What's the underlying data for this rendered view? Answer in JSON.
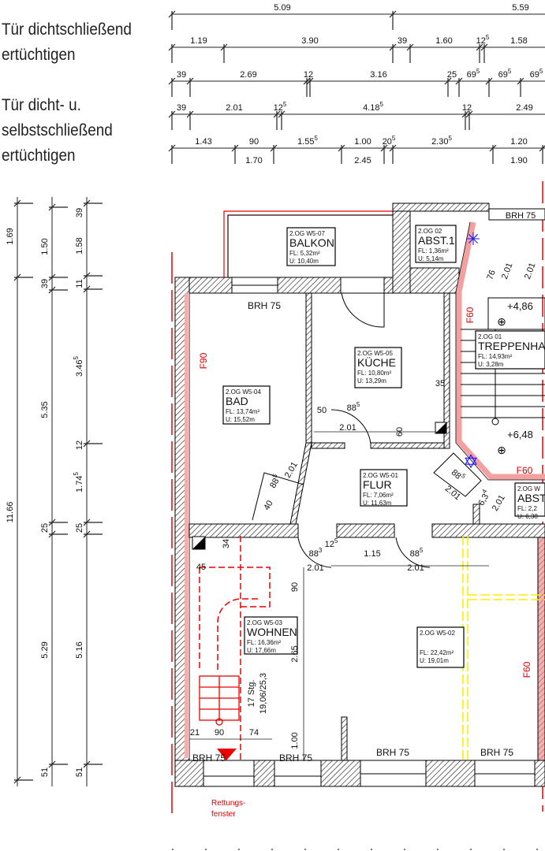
{
  "notes": {
    "door_sealed": [
      "Tür dichtschließend",
      "ertüchtigen"
    ],
    "door_sealed_selfclosing": [
      "Tür dicht- u.",
      "selbstschließend",
      "ertüchtigen"
    ]
  },
  "top_dimensions": [
    [
      {
        "t": "5.09"
      },
      {
        "t": "5.59"
      }
    ],
    [
      {
        "t": "1.19"
      },
      {
        "t": "3.90"
      },
      {
        "t": "39"
      },
      {
        "t": "1.60"
      },
      {
        "t": "12",
        "s": "5"
      },
      {
        "t": "1.58"
      }
    ],
    [
      {
        "t": "39"
      },
      {
        "t": "2.69"
      },
      {
        "t": "12"
      },
      {
        "t": "3.16"
      },
      {
        "t": "25"
      },
      {
        "t": "69",
        "s": "5"
      },
      {
        "t": "69",
        "s": "5"
      },
      {
        "t": "69",
        "s": "5"
      }
    ],
    [
      {
        "t": "39"
      },
      {
        "t": "2.01"
      },
      {
        "t": "12",
        "s": "5"
      },
      {
        "t": "4.18",
        "s": "5"
      },
      {
        "t": "12"
      },
      {
        "t": "2.49"
      }
    ],
    [
      {
        "t": "1.43"
      },
      {
        "t": "90"
      },
      {
        "t": "1.55",
        "s": "5"
      },
      {
        "t": "1.00"
      },
      {
        "t": "20",
        "s": "5"
      },
      {
        "t": "2.30",
        "s": "5"
      },
      {
        "t": "1.20"
      },
      {
        "t": "1.70"
      },
      {
        "t": "2.45"
      },
      {
        "t": "1.90"
      }
    ]
  ],
  "left_dimensions": [
    [
      {
        "t": "1.69"
      },
      {
        "t": "11.66"
      }
    ],
    [
      {
        "t": "1.50"
      },
      {
        "t": "39"
      },
      {
        "t": "5.35"
      },
      {
        "t": "25"
      },
      {
        "t": "5.29"
      },
      {
        "t": "51"
      }
    ],
    [
      {
        "t": "39"
      },
      {
        "t": "1.58"
      },
      {
        "t": "11"
      },
      {
        "t": "3.46",
        "s": "5"
      },
      {
        "t": "12"
      },
      {
        "t": "1.74",
        "s": "5"
      },
      {
        "t": "25"
      },
      {
        "t": "5.16"
      },
      {
        "t": "51"
      }
    ]
  ],
  "rooms": [
    {
      "id": "2.OG W5-07",
      "name": "BALKON",
      "fl": "FL: 5,32m²",
      "u": "U: 10,40m"
    },
    {
      "id": "2.OG 02",
      "name": "ABST.1",
      "fl": "FL: 1,36m²",
      "u": "U: 5,14m"
    },
    {
      "id": "2.OG W5-05",
      "name": "KÜCHE",
      "fl": "FL: 10,80m²",
      "u": "U: 13,29m"
    },
    {
      "id": "2.OG W5-04",
      "name": "BAD",
      "fl": "FL: 13,74m²",
      "u": "U: 15,52m"
    },
    {
      "id": "2.OG 01",
      "name": "TREPPENHA",
      "fl": "FL: 14,93m²",
      "u": "U: 3,28m"
    },
    {
      "id": "2.OG W5-01",
      "name": "FLUR",
      "fl": "FL: 7,06m²",
      "u": "U: 11,63m"
    },
    {
      "id": "2.OG W",
      "name": "ABST",
      "fl": "FL: 2,2",
      "u": "U: 6,38"
    },
    {
      "id": "2.OG W5-03",
      "name": "WOHNEN",
      "fl": "FL: 16,36m²",
      "u": "U: 17,66m"
    },
    {
      "id": "2.OG W5-02",
      "name": "",
      "fl": "FL: 22,42m²",
      "u": "U: 19,01m"
    }
  ],
  "sill_labels": [
    "BRH 75",
    "BRH 75",
    "BRH 75",
    "BRH 75",
    "BRH 75",
    "BRH 75"
  ],
  "fire_ratings": [
    "F90",
    "F60",
    "F60",
    "F60"
  ],
  "levels": [
    "+4,86",
    "+6,48"
  ],
  "escape_window": [
    "Rettungs-",
    "fenster"
  ],
  "stair_note": [
    "17 Stg.",
    "19,06/25,3"
  ],
  "inner_dimensions": [
    {
      "t": "35"
    },
    {
      "t": "50"
    },
    {
      "t": "88",
      "s": "5"
    },
    {
      "t": "2.01"
    },
    {
      "t": "60"
    },
    {
      "t": "88",
      "s": "5"
    },
    {
      "t": "2.01"
    },
    {
      "t": "40"
    },
    {
      "t": "88",
      "s": "5"
    },
    {
      "t": "2.01"
    },
    {
      "t": "76"
    },
    {
      "t": "2.01"
    },
    {
      "t": "2.01"
    },
    {
      "t": "6,3",
      "s": "4"
    },
    {
      "t": "2.01"
    },
    {
      "t": "34"
    },
    {
      "t": "45"
    },
    {
      "t": "88",
      "s": "3"
    },
    {
      "t": "12",
      "s": "5"
    },
    {
      "t": "2.01"
    },
    {
      "t": "1.15"
    },
    {
      "t": "88",
      "s": "5"
    },
    {
      "t": "2.01"
    },
    {
      "t": "90"
    },
    {
      "t": "2.65"
    },
    {
      "t": "1.00"
    },
    {
      "t": "21"
    },
    {
      "t": "90"
    },
    {
      "t": "74"
    }
  ],
  "colors": {
    "wall": "#000000",
    "fire_wall": "#e88a8a",
    "fire_text": "#e00000",
    "smoke_detector": "#1a1aff",
    "dashed_yellow": "#ffee00"
  }
}
